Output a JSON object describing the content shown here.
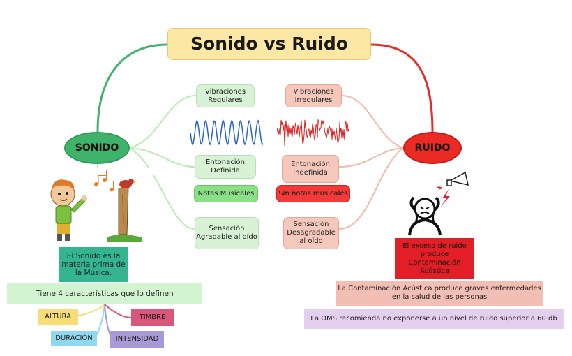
{
  "title": "Sonido vs Ruido",
  "nodes": {
    "sonido": "SONIDO",
    "ruido": "RUIDO"
  },
  "sonido_branch": {
    "vibraciones": "Vibraciones Regulares",
    "entonacion": "Entonación Definida",
    "notas": "Notas Musicales",
    "sensacion": "Sensación Agradable al oído"
  },
  "ruido_branch": {
    "vibraciones": "Vibraciones Irregulares",
    "entonacion": "Entonación Indefinida",
    "notas": "Sin notas musicales",
    "sensacion": "Sensación Desagradable al oído"
  },
  "sonido_info": {
    "materia": "El Sonido es la materia prima de la Música.",
    "caracteristicas": "Tiene 4 características que lo definen",
    "altura": "ALTURA",
    "timbre": "TIMBRE",
    "duracion": "DURACIÓN",
    "intensidad": "INTENSIDAD"
  },
  "ruido_info": {
    "exceso": "El exceso de ruido produce Contaminación Acústica",
    "enfermedades": "La Contaminación Acústica produce graves enfermedades en la salud de las personas",
    "oms": "La OMS recomienda no exponerse a un nivel de ruido superior a 60 db"
  },
  "colors": {
    "green": "#3fb36b",
    "red": "#ea2a24",
    "title_bg": "#fde7a5",
    "altura": "#f7dd77",
    "timbre": "#d9577a",
    "duracion": "#8fd8f0",
    "intensidad": "#a79ad6"
  },
  "illustrations": {
    "sonido": "boy-listening-music-illustration",
    "ruido": "person-covering-ears-from-megaphone-illustration",
    "regular_wave": "sine-wave-icon",
    "irregular_wave": "noise-wave-icon"
  }
}
